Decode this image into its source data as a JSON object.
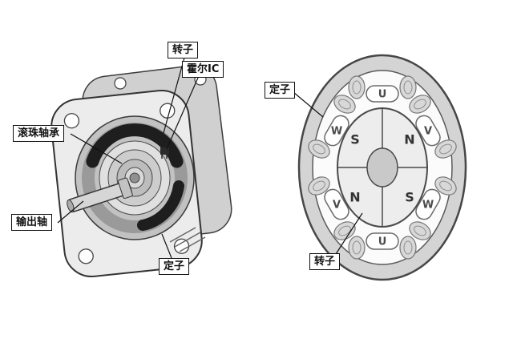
{
  "cutaway_view": {
    "labels": {
      "rotor": "转子",
      "hall_ic": "霍尔IC",
      "ball_bearing": "滚珠轴承",
      "output_shaft": "输出轴",
      "stator": "定子"
    }
  },
  "cross_section_view": {
    "labels": {
      "stator": "定子",
      "rotor": "转子"
    },
    "stator_poles": {
      "top": "U",
      "upper_right": "V",
      "lower_right": "W",
      "bottom": "U",
      "lower_left": "V",
      "upper_left": "W"
    },
    "rotor_magnets": {
      "upper_left": "S",
      "upper_right": "N",
      "lower_left": "N",
      "lower_right": "S"
    }
  },
  "colors": {
    "background": "#ffffff",
    "metal_light": "#ececec",
    "metal_mid": "#c2c2c2",
    "stator_ring": "#d4d4d4",
    "coil_dark": "#1e1e1e",
    "outline": "#3c3c3c"
  }
}
